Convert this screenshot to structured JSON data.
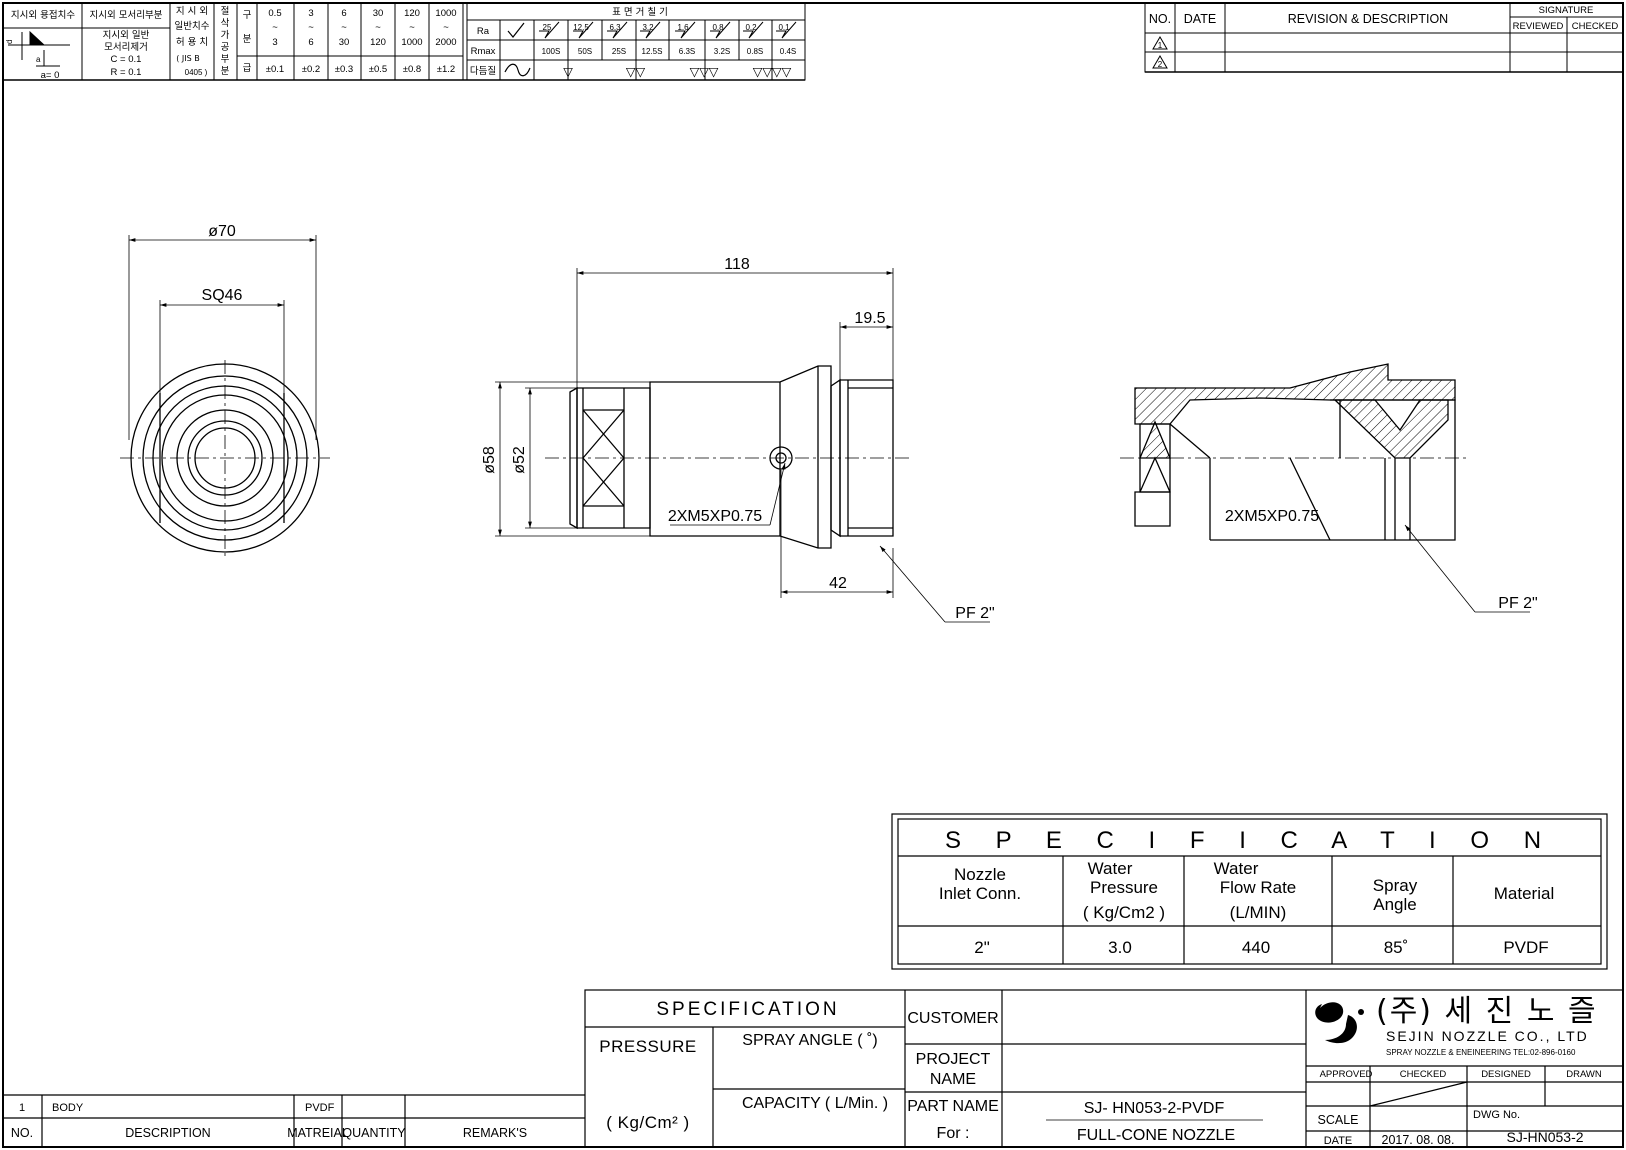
{
  "tolerance_block": {
    "headers": [
      "지시외 용접치수",
      "지시외 모서리부분",
      "지 시 외",
      "절 삭 가 공 부 분",
      "구",
      "분"
    ],
    "sub_1": "일반치수",
    "sub_2": "허 용 치",
    "sub_3": "( JIS B",
    "sub_4": "0405 )",
    "edge_text_1": "지시외 일반",
    "edge_text_2": "모서리제거",
    "edge_c": "C = 0.1",
    "edge_r": "R = 0.1",
    "weld_a": "a= 0",
    "weld_letter": "a",
    "gu": "구",
    "bun": "분",
    "geup": "급",
    "ranges_from": [
      "0.5",
      "3",
      "6",
      "30",
      "120",
      "1000"
    ],
    "ranges_to": [
      "3",
      "6",
      "30",
      "120",
      "1000",
      "2000"
    ],
    "tolerances": [
      "±0.1",
      "±0.2",
      "±0.3",
      "±0.5",
      "±0.8",
      "±1.2"
    ],
    "tilde": "~"
  },
  "surface_block": {
    "title": "표   면   거   칠   기",
    "ra_label": "Ra",
    "rmax_label": "Rmax",
    "dadeum_label": "다듬질",
    "ra_values": [
      "25",
      "12.5",
      "6.3",
      "3.2",
      "1.6",
      "0.8",
      "0.2",
      "0.1"
    ],
    "rmax_values": [
      "100S",
      "50S",
      "25S",
      "12.5S",
      "6.3S",
      "3.2S",
      "0.8S",
      "0.4S"
    ],
    "finish_marks": [
      "▽",
      "▽▽",
      "▽▽▽",
      "▽▽▽▽"
    ]
  },
  "revision_block": {
    "no_label": "NO.",
    "date_label": "DATE",
    "desc_label": "REVISION  &  DESCRIPTION",
    "signature_label": "SIGNATURE",
    "reviewed_label": "REVIEWED",
    "checked_label": "CHECKED",
    "marks": [
      "1",
      "2"
    ]
  },
  "front_view": {
    "dim_outer": "ø70",
    "dim_square": "SQ46"
  },
  "side_view": {
    "dim_length": "118",
    "dim_thread_len": "19.5",
    "dim_od": "ø58",
    "dim_hex": "ø52",
    "dim_42": "42",
    "hole_note": "2XM5XP0.75",
    "thread_note": "PF 2\""
  },
  "section_view": {
    "hole_note": "2XM5XP0.75",
    "thread_note": "PF 2\""
  },
  "spec_table": {
    "title": "S P E C I F I C A T I O N",
    "headers": [
      [
        "Nozzle",
        "Inlet  Conn."
      ],
      [
        "Water",
        "Pressure",
        "( Kg/Cm2 )"
      ],
      [
        "Water",
        "Flow  Rate",
        "(L/MIN)"
      ],
      [
        "Spray",
        "Angle"
      ],
      [
        "Material"
      ]
    ],
    "values": [
      "2\"",
      "3.0",
      "440",
      "85˚",
      "PVDF"
    ]
  },
  "title_block": {
    "spec_title": "SPECIFICATION",
    "pressure_label": "PRESSURE",
    "pressure_unit": "( Kg/Cm² )",
    "spray_angle_label": "SPRAY ANGLE (    ˚)",
    "capacity_label": "CAPACITY ( L/Min. )",
    "customer_label": "CUSTOMER",
    "project_label_1": "PROJECT",
    "project_label_2": "NAME",
    "part_name_label": "PART NAME",
    "for_label": "For :",
    "part_name_value": "SJ- HN053-2-PVDF",
    "for_value": "FULL-CONE NOZZLE",
    "company_ko": "(주) 세 진 노 즐",
    "company_en": "SEJIN  NOZZLE  CO., LTD",
    "company_sub": "SPRAY NOZZLE & ENEINEERING  TEL:02-896-0160",
    "approved_label": "APPROVED",
    "checked_label": "CHECKED",
    "designed_label": "DESIGNED",
    "drawn_label": "DRAWN",
    "scale_label": "SCALE",
    "dwg_no_label": "DWG No.",
    "date_label": "DATE",
    "date_value": "2017. 08. 08.",
    "dwg_no_value": "SJ-HN053-2"
  },
  "bom": {
    "row": {
      "no": "1",
      "description": "BODY",
      "material": "PVDF",
      "quantity": "",
      "remark": ""
    },
    "headers": {
      "no": "NO.",
      "description": "DESCRIPTION",
      "material": "MATREIAL",
      "quantity": "QUANTITY",
      "remark": "REMARK'S"
    }
  }
}
